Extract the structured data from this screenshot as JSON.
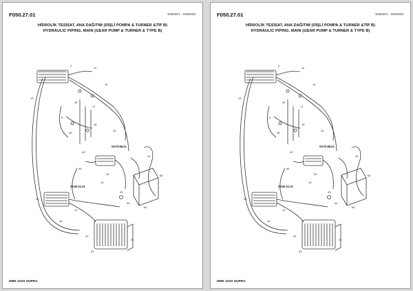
{
  "pages": [
    {
      "code": "F050.27.01",
      "serial": "S050001 - S050008",
      "title_tr": "HİDROLİK TESİSAT, ANA DAĞITIM (DİŞLİ POMPA & TURNER &TİP B)",
      "title_en": "HYDRAULIC PIPING, MAIN (GEAR PUMP & TURNER & TYPE B)",
      "footer": "HMK 102S SUPRA",
      "part_labels": [
        "G070.01.01",
        "G030.01.01"
      ]
    },
    {
      "code": "F050.27.01",
      "serial": "S050001 - S050008",
      "title_tr": "HİDROLİK TESİSAT, ANA DAĞITIM (DİŞLİ POMPA & TURNER &TİP B)",
      "title_en": "HYDRAULIC PIPING, MAIN (GEAR PUMP & TURNER & TYPE B)",
      "footer": "HMK 102S SUPRA",
      "part_labels": [
        "G070.01.01",
        "G030.01.01"
      ]
    }
  ]
}
